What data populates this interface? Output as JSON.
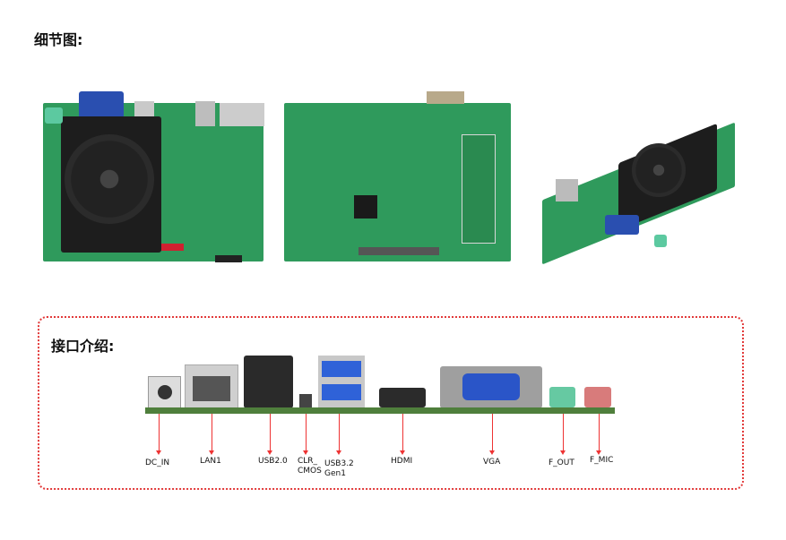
{
  "detail_section": {
    "title": "细节图:"
  },
  "interface_section": {
    "title": "接口介绍:"
  },
  "ports": [
    {
      "label": "DC_IN"
    },
    {
      "label": "LAN1"
    },
    {
      "label": "USB2.0"
    },
    {
      "label": "CLR_\nCMOS"
    },
    {
      "label": "USB3.2\nGen1"
    },
    {
      "label": "HDMI"
    },
    {
      "label": "VGA"
    },
    {
      "label": "F_OUT"
    },
    {
      "label": "F_MIC"
    }
  ],
  "colors": {
    "accent": "#e23a3a",
    "pcb": "#2f9a5c"
  }
}
